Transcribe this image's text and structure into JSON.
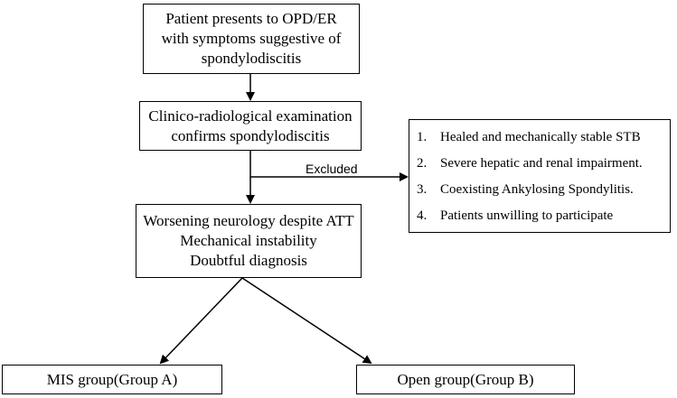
{
  "flowchart": {
    "step1": {
      "lines": [
        "Patient presents to OPD/ER",
        "with symptoms suggestive of",
        "spondylodiscitis"
      ]
    },
    "step2": {
      "lines": [
        "Clinico-radiological examination",
        "confirms spondylodiscitis"
      ]
    },
    "excluded": {
      "label": "Excluded",
      "criteria": [
        {
          "num": "1.",
          "text": "Healed and mechanically stable STB"
        },
        {
          "num": "2.",
          "text": "Severe hepatic and renal impairment."
        },
        {
          "num": "3.",
          "text": "Coexisting Ankylosing Spondylitis."
        },
        {
          "num": "4.",
          "text": "Patients unwilling to participate"
        }
      ]
    },
    "step3": {
      "lines": [
        "Worsening neurology despite ATT",
        "Mechanical instability",
        "Doubtful diagnosis"
      ]
    },
    "group_a": {
      "label": "MIS group(Group A)"
    },
    "group_b": {
      "label": "Open group(Group B)"
    }
  }
}
